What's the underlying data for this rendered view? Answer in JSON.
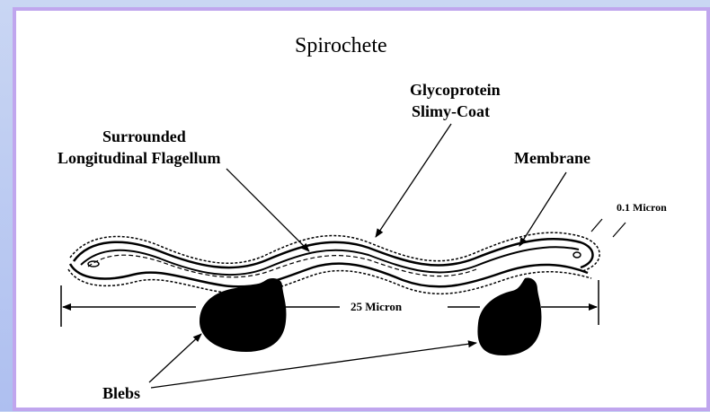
{
  "diagram": {
    "title": "Spirochete",
    "labels": {
      "glycoprotein_line1": "Glycoprotein",
      "glycoprotein_line2": "Slimy-Coat",
      "flagellum_line1": "Surrounded",
      "flagellum_line2": "Longitudinal Flagellum",
      "membrane": "Membrane",
      "thickness": "0.1 Micron",
      "length": "25 Micron",
      "blebs": "Blebs"
    }
  },
  "colors": {
    "background": "#bccbf2",
    "border": "#c0a6ee",
    "ink": "#000000",
    "panel": "#ffffff"
  }
}
